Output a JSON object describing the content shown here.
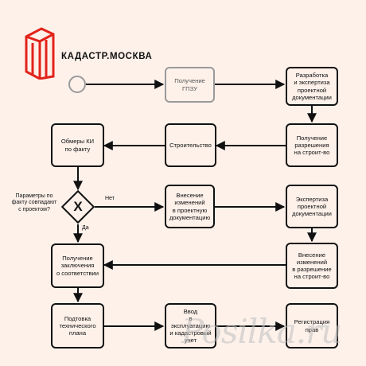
{
  "brand": {
    "name": "КАДАСТР.МОСКВА",
    "logo_color": "#e2231a"
  },
  "nodes": {
    "gpzu": "Получение\nГПЗУ",
    "project_dev": "Разработка\nи экспертиза\nпроектной\nдокументации",
    "permit": "Получение\nразрешения\nна строит-во",
    "construction": "Строительство",
    "measurements": "Обмеры КИ\nпо факту",
    "changes_project": "Внесение\nизменений\nв проектную\nдокументацию",
    "expertise": "Экспертиза\nпроектной\nдокументации",
    "conformity": "Получение\nзаключения\nо соответствии",
    "changes_permit": "Внесение\nизменений\nв разрешение\nна строит-во",
    "tech_plan": "Подтовка\nтехнического\nплана",
    "commissioning": "Ввод\nв эксплуатацию\nи кадастровый\nучет",
    "registration": "Регистрация\nправ"
  },
  "gateway": {
    "question": "Параметры по\nфакту совпадают\nс проектом?",
    "yes": "Да",
    "no": "Нет",
    "symbol": "X"
  },
  "watermark": "Posilka.ru",
  "colors": {
    "background": "#fdf1ea",
    "line": "#111111",
    "muted": "#9a9a9a"
  }
}
